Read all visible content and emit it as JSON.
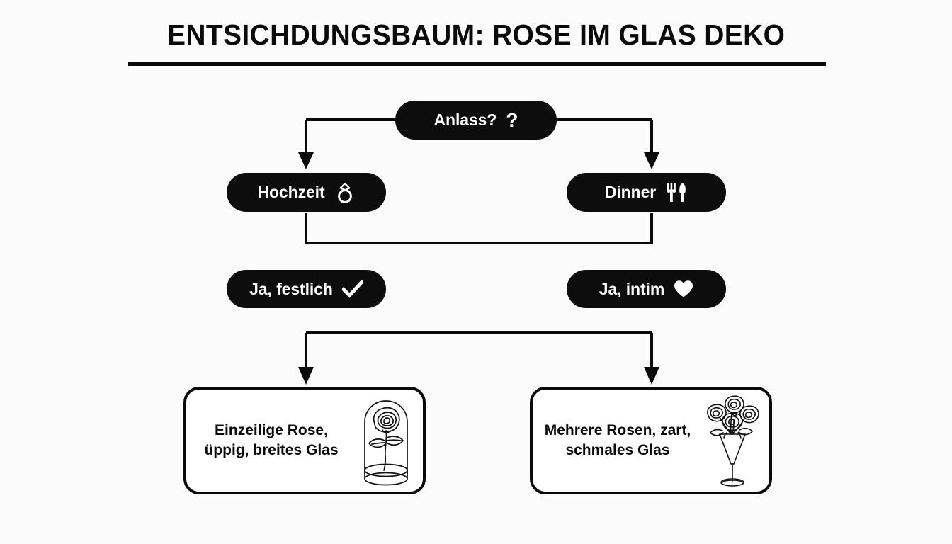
{
  "page": {
    "title": "ENTSICHDUNGSBAUM: ROSE IM GLAS DEKO",
    "background_color": "#fbfbfb",
    "ink_color": "#0a0a0a",
    "node_fill_color": "#0d0d0d",
    "node_text_color": "#ffffff"
  },
  "diagram": {
    "type": "decision-tree",
    "levels": [
      {
        "level": 1,
        "nodes": [
          {
            "id": "root",
            "label": "Anlass?",
            "icon": "question-mark-icon",
            "shape": "pill"
          }
        ]
      },
      {
        "level": 2,
        "nodes": [
          {
            "id": "hochzeit",
            "label": "Hochzeit",
            "icon": "diamond-ring-icon",
            "shape": "pill"
          },
          {
            "id": "dinner",
            "label": "Dinner",
            "icon": "fork-knife-icon",
            "shape": "pill"
          }
        ]
      },
      {
        "level": 3,
        "nodes": [
          {
            "id": "festlich",
            "label": "Ja, festlich",
            "icon": "checkmark-icon",
            "shape": "pill"
          },
          {
            "id": "intim",
            "label": "Ja, intim",
            "icon": "heart-icon",
            "shape": "pill"
          }
        ]
      },
      {
        "level": 4,
        "nodes": [
          {
            "id": "outcome-left",
            "line1": "Einzeilige Rose,",
            "line2": "üppig, breites Glas",
            "icon": "rose-in-glass-dome-icon",
            "shape": "rounded-rect-card"
          },
          {
            "id": "outcome-right",
            "line1": "Mehrere Rosen, zart,",
            "line2": "schmales Glas",
            "icon": "roses-in-flute-glass-icon",
            "shape": "rounded-rect-card"
          }
        ]
      }
    ],
    "connectors": [
      {
        "id": "root-split",
        "from": "root",
        "to": [
          "hochzeit",
          "dinner"
        ],
        "style": "bracket-down",
        "arrowheads": true
      },
      {
        "id": "merge-bracket",
        "from": [
          "hochzeit",
          "dinner"
        ],
        "to": [],
        "style": "bracket-up",
        "arrowheads": false
      },
      {
        "id": "outcome-split",
        "from": [],
        "to": [
          "outcome-left",
          "outcome-right"
        ],
        "style": "bracket-down",
        "arrowheads": true
      }
    ]
  }
}
